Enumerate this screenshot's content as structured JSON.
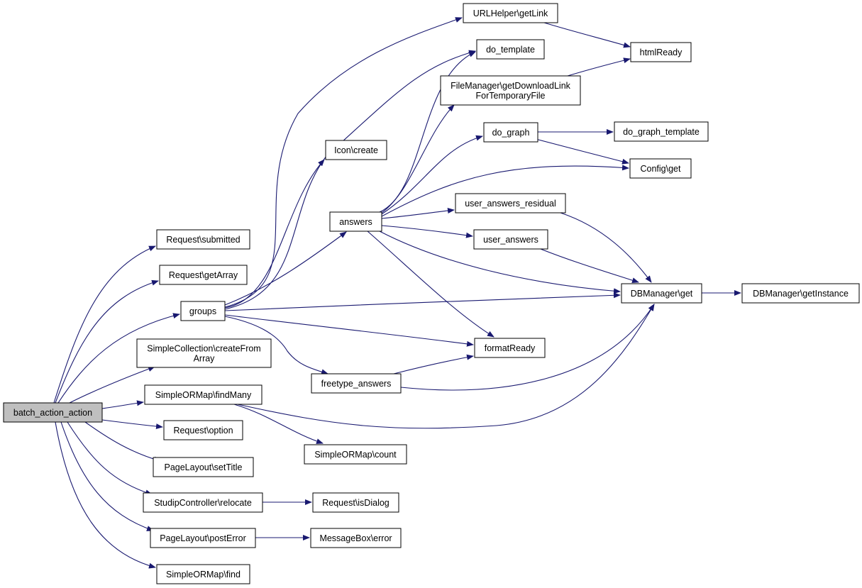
{
  "graph": {
    "colors": {
      "edge": "#191970",
      "node_border": "#000000",
      "node_fill": "#ffffff",
      "root_fill": "#bfbfbf"
    },
    "root": "batch_action_action",
    "nodes": [
      {
        "id": "batch_action_action",
        "lines": [
          "batch_action_action"
        ]
      },
      {
        "id": "request_submitted",
        "lines": [
          "Request\\submitted"
        ]
      },
      {
        "id": "request_getarray",
        "lines": [
          "Request\\getArray"
        ]
      },
      {
        "id": "groups",
        "lines": [
          "groups"
        ]
      },
      {
        "id": "simplecollection_createfromarray",
        "lines": [
          "SimpleCollection\\createFrom",
          "Array"
        ]
      },
      {
        "id": "simpleormap_findmany",
        "lines": [
          "SimpleORMap\\findMany"
        ]
      },
      {
        "id": "request_option",
        "lines": [
          "Request\\option"
        ]
      },
      {
        "id": "pagelayout_settitle",
        "lines": [
          "PageLayout\\setTitle"
        ]
      },
      {
        "id": "studipcontroller_relocate",
        "lines": [
          "StudipController\\relocate"
        ]
      },
      {
        "id": "pagelayout_posterror",
        "lines": [
          "PageLayout\\postError"
        ]
      },
      {
        "id": "simpleormap_find",
        "lines": [
          "SimpleORMap\\find"
        ]
      },
      {
        "id": "urlhelper_getlink",
        "lines": [
          "URLHelper\\getLink"
        ]
      },
      {
        "id": "do_template",
        "lines": [
          "do_template"
        ]
      },
      {
        "id": "filemanager_getdownloadlink",
        "lines": [
          "FileManager\\getDownloadLink",
          "ForTemporaryFile"
        ]
      },
      {
        "id": "do_graph",
        "lines": [
          "do_graph"
        ]
      },
      {
        "id": "icon_create",
        "lines": [
          "Icon\\create"
        ]
      },
      {
        "id": "answers",
        "lines": [
          "answers"
        ]
      },
      {
        "id": "user_answers_residual",
        "lines": [
          "user_answers_residual"
        ]
      },
      {
        "id": "user_answers",
        "lines": [
          "user_answers"
        ]
      },
      {
        "id": "formatready",
        "lines": [
          "formatReady"
        ]
      },
      {
        "id": "freetype_answers",
        "lines": [
          "freetype_answers"
        ]
      },
      {
        "id": "simpleormap_count",
        "lines": [
          "SimpleORMap\\count"
        ]
      },
      {
        "id": "request_isdialog",
        "lines": [
          "Request\\isDialog"
        ]
      },
      {
        "id": "messagebox_error",
        "lines": [
          "MessageBox\\error"
        ]
      },
      {
        "id": "htmlready",
        "lines": [
          "htmlReady"
        ]
      },
      {
        "id": "do_graph_template",
        "lines": [
          "do_graph_template"
        ]
      },
      {
        "id": "config_get",
        "lines": [
          "Config\\get"
        ]
      },
      {
        "id": "dbmanager_get",
        "lines": [
          "DBManager\\get"
        ]
      },
      {
        "id": "dbmanager_getinstance",
        "lines": [
          "DBManager\\getInstance"
        ]
      }
    ],
    "edges": [
      [
        "batch_action_action",
        "request_submitted"
      ],
      [
        "batch_action_action",
        "request_getarray"
      ],
      [
        "batch_action_action",
        "groups"
      ],
      [
        "batch_action_action",
        "simplecollection_createfromarray"
      ],
      [
        "batch_action_action",
        "simpleormap_findmany"
      ],
      [
        "batch_action_action",
        "request_option"
      ],
      [
        "batch_action_action",
        "pagelayout_settitle"
      ],
      [
        "batch_action_action",
        "studipcontroller_relocate"
      ],
      [
        "batch_action_action",
        "pagelayout_posterror"
      ],
      [
        "batch_action_action",
        "simpleormap_find"
      ],
      [
        "groups",
        "urlhelper_getlink"
      ],
      [
        "groups",
        "do_template"
      ],
      [
        "groups",
        "icon_create"
      ],
      [
        "groups",
        "answers"
      ],
      [
        "groups",
        "dbmanager_get"
      ],
      [
        "groups",
        "formatready"
      ],
      [
        "groups",
        "freetype_answers"
      ],
      [
        "answers",
        "do_template"
      ],
      [
        "answers",
        "filemanager_getdownloadlink"
      ],
      [
        "answers",
        "do_graph"
      ],
      [
        "answers",
        "config_get"
      ],
      [
        "answers",
        "user_answers_residual"
      ],
      [
        "answers",
        "user_answers"
      ],
      [
        "answers",
        "dbmanager_get"
      ],
      [
        "answers",
        "formatready"
      ],
      [
        "simpleormap_findmany",
        "simpleormap_count"
      ],
      [
        "simpleormap_findmany",
        "dbmanager_get"
      ],
      [
        "studipcontroller_relocate",
        "request_isdialog"
      ],
      [
        "pagelayout_posterror",
        "messagebox_error"
      ],
      [
        "urlhelper_getlink",
        "htmlready"
      ],
      [
        "filemanager_getdownloadlink",
        "htmlready"
      ],
      [
        "do_graph",
        "do_graph_template"
      ],
      [
        "do_graph",
        "config_get"
      ],
      [
        "user_answers_residual",
        "dbmanager_get"
      ],
      [
        "user_answers",
        "dbmanager_get"
      ],
      [
        "freetype_answers",
        "formatready"
      ],
      [
        "freetype_answers",
        "dbmanager_get"
      ],
      [
        "dbmanager_get",
        "dbmanager_getinstance"
      ]
    ]
  }
}
